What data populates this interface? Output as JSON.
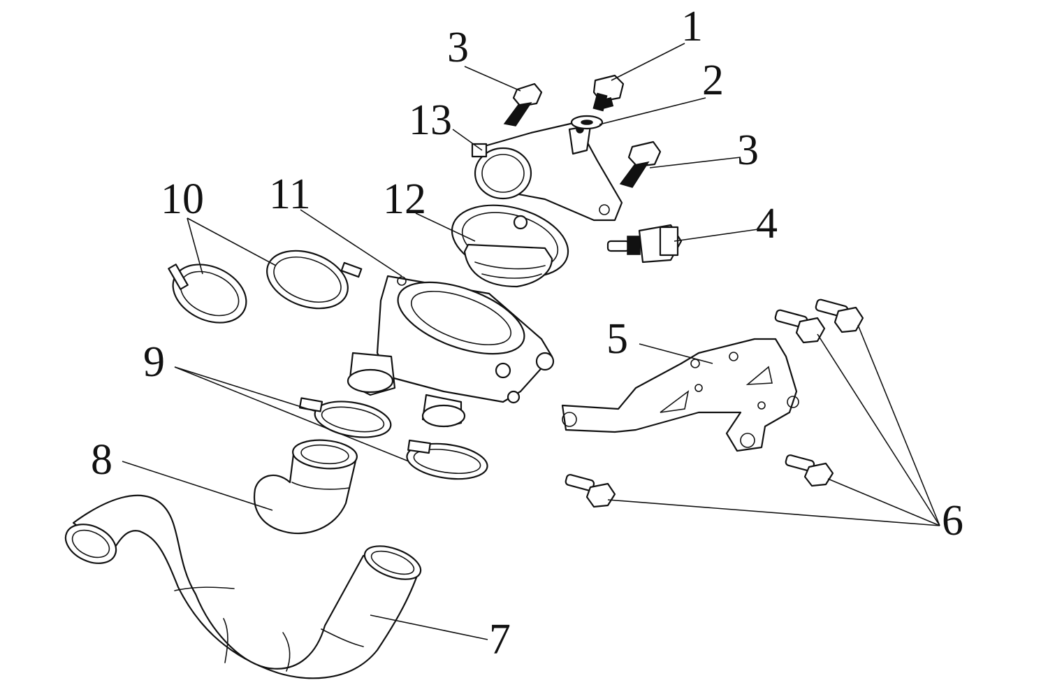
{
  "callouts": [
    {
      "id": "c1",
      "text": "1"
    },
    {
      "id": "c2",
      "text": "2"
    },
    {
      "id": "c3a",
      "text": "3"
    },
    {
      "id": "c3b",
      "text": "3"
    },
    {
      "id": "c4",
      "text": "4"
    },
    {
      "id": "c5",
      "text": "5"
    },
    {
      "id": "c6",
      "text": "6"
    },
    {
      "id": "c7",
      "text": "7"
    },
    {
      "id": "c8",
      "text": "8"
    },
    {
      "id": "c9",
      "text": "9"
    },
    {
      "id": "c10",
      "text": "10"
    },
    {
      "id": "c11",
      "text": "11"
    },
    {
      "id": "c12",
      "text": "12"
    },
    {
      "id": "c13",
      "text": "13"
    }
  ],
  "colors": {
    "line": "#111111",
    "background": "#ffffff"
  }
}
